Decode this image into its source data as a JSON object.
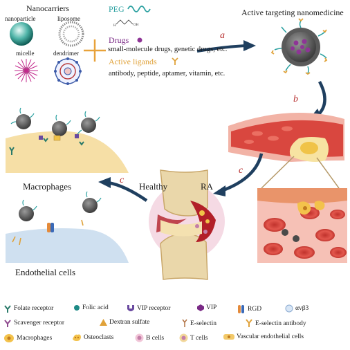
{
  "nanocarriers": {
    "title": "Nanocarriers",
    "types": [
      "nanoparticle",
      "liposome",
      "micelle",
      "dendrimer"
    ]
  },
  "components": {
    "peg": "PEG",
    "drugs_title": "Drugs",
    "drugs_desc": "small-molecule drugs, genetic drugs, etc.",
    "ligands_title": "Active ligands",
    "ligands_desc": "antibody, peptide, aptamer, vitamin, etc."
  },
  "product_title": "Active targeting nanomedicine",
  "steps": {
    "a": "a",
    "b": "b",
    "c1": "c",
    "c2": "c"
  },
  "joint": {
    "healthy": "Healthy",
    "ra": "RA"
  },
  "cells": {
    "macrophages": "Macrophages",
    "endothelial": "Endothelial cells"
  },
  "legend": [
    "Folate receptor",
    "Folic acid",
    "VIP receptor",
    "VIP",
    "RGD",
    "αvβ3",
    "Scavenger receptor",
    "Dextran sulfate",
    "E-selectin",
    "E-selectin antibody",
    "Macrophages",
    "Osteoclasts",
    "B cells",
    "T cells",
    "Vascular endothelial cells"
  ],
  "colors": {
    "arrow": "#1f3f5f",
    "step_letter": "#b52a2a",
    "peg": "#2aa0a0",
    "drug": "#7a2a86",
    "ligand": "#e0a23a",
    "macrophage_bg": "#f6dfa6",
    "endothelial_bg": "#cfe0f0",
    "blood": "#c7342e"
  }
}
